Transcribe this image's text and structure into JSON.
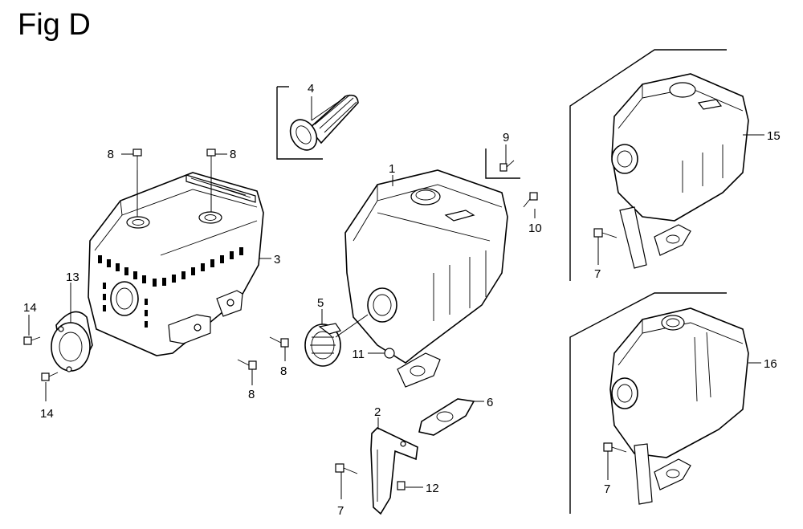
{
  "figure": {
    "title": "Fig D"
  },
  "callouts": [
    {
      "id": "c1",
      "text": "1"
    },
    {
      "id": "c2",
      "text": "2"
    },
    {
      "id": "c3",
      "text": "3"
    },
    {
      "id": "c4",
      "text": "4"
    },
    {
      "id": "c5",
      "text": "5"
    },
    {
      "id": "c6",
      "text": "6"
    },
    {
      "id": "c7a",
      "text": "7"
    },
    {
      "id": "c7b",
      "text": "7"
    },
    {
      "id": "c7c",
      "text": "7"
    },
    {
      "id": "c8a",
      "text": "8"
    },
    {
      "id": "c8b",
      "text": "8"
    },
    {
      "id": "c8c",
      "text": "8"
    },
    {
      "id": "c8d",
      "text": "8"
    },
    {
      "id": "c9",
      "text": "9"
    },
    {
      "id": "c10",
      "text": "10"
    },
    {
      "id": "c11",
      "text": "11"
    },
    {
      "id": "c12",
      "text": "12"
    },
    {
      "id": "c13",
      "text": "13"
    },
    {
      "id": "c14a",
      "text": "14"
    },
    {
      "id": "c14b",
      "text": "14"
    },
    {
      "id": "c15",
      "text": "15"
    },
    {
      "id": "c16",
      "text": "16"
    }
  ]
}
